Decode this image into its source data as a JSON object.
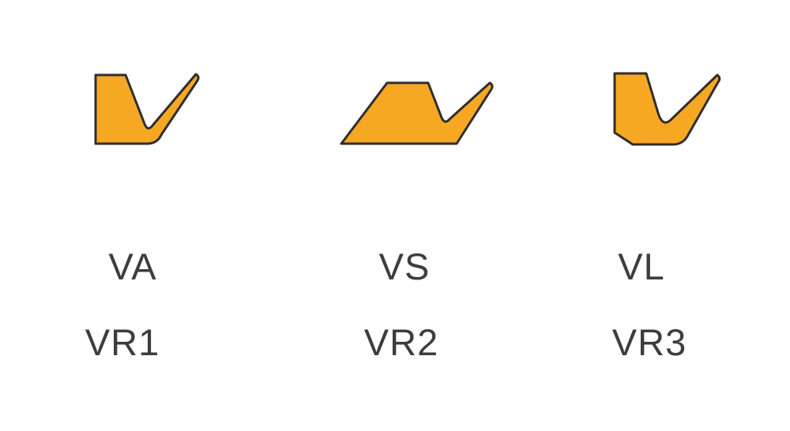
{
  "diagram": {
    "description": "v-ring seal profile comparison"
  },
  "colors": {
    "seal_fill": "#F7A823",
    "seal_outline": "#2E2E2E",
    "label_text": "#3D3D3D",
    "background": "#FFFFFF"
  },
  "profiles": [
    {
      "type_label": "VA",
      "series_label": "VR1",
      "icon": "va-seal-profile-icon"
    },
    {
      "type_label": "VS",
      "series_label": "VR2",
      "icon": "vs-seal-profile-icon"
    },
    {
      "type_label": "VL",
      "series_label": "VR3",
      "icon": "vl-seal-profile-icon"
    }
  ]
}
